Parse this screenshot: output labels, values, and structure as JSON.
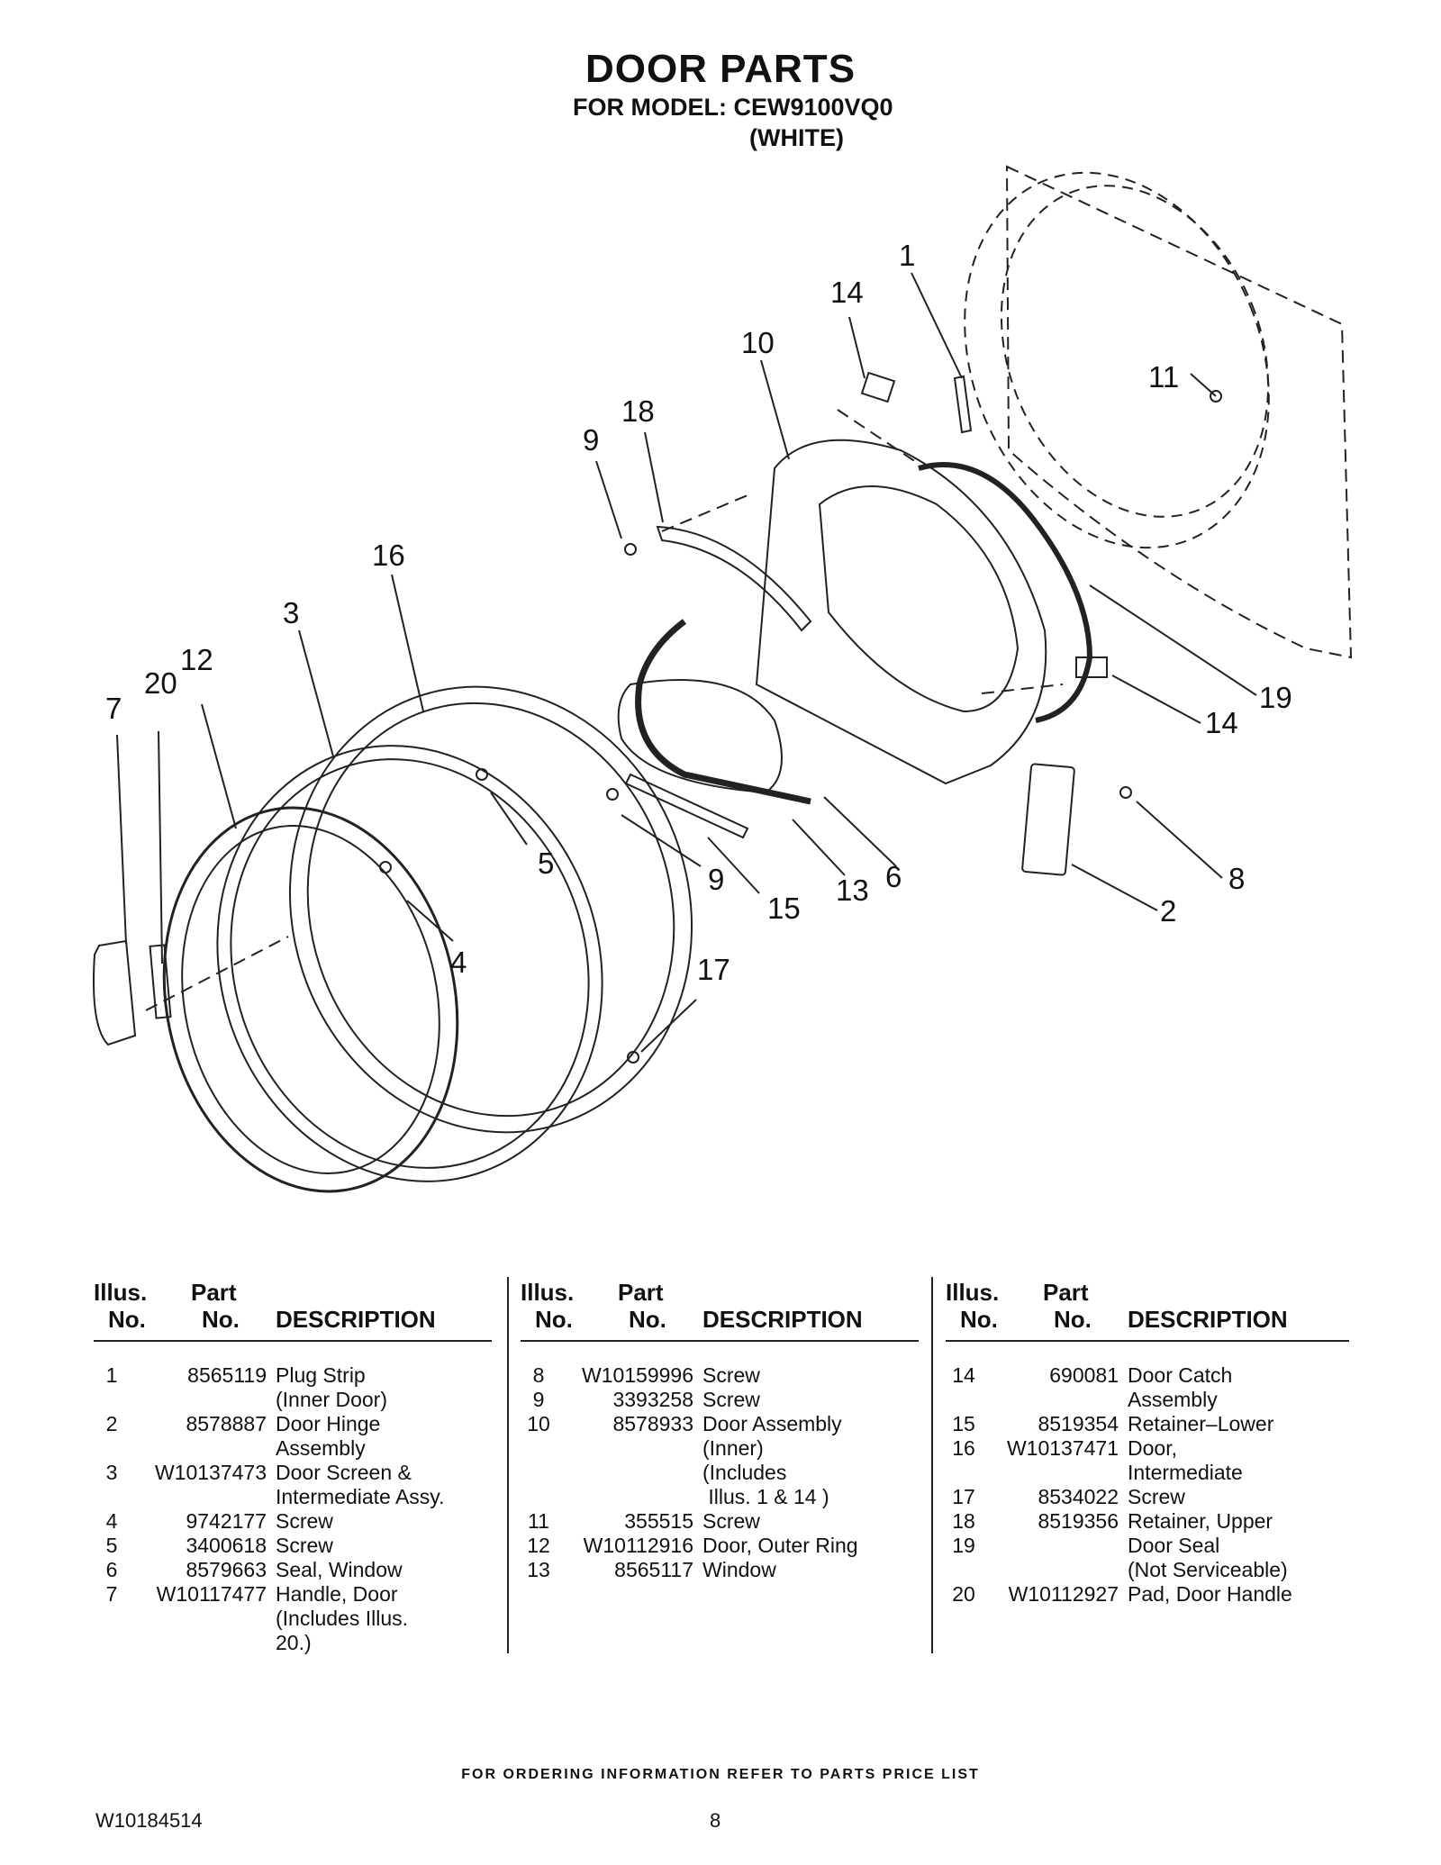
{
  "header": {
    "title": "DOOR PARTS",
    "model": "FOR MODEL: CEW9100VQ0",
    "color": "(WHITE)"
  },
  "callouts": [
    "1",
    "14",
    "10",
    "11",
    "18",
    "9",
    "16",
    "3",
    "12",
    "20",
    "7",
    "5",
    "4",
    "9",
    "15",
    "13",
    "6",
    "14",
    "19",
    "8",
    "2",
    "17"
  ],
  "table": {
    "headers": {
      "illus_line1": "Illus.",
      "illus_line2": "No.",
      "part_line1": "Part",
      "part_line2": "No.",
      "description": "DESCRIPTION"
    },
    "columns": [
      [
        {
          "illus": "1",
          "part": "8565119",
          "desc": [
            "Plug Strip",
            "(Inner Door)"
          ]
        },
        {
          "illus": "2",
          "part": "8578887",
          "desc": [
            "Door Hinge",
            "Assembly"
          ]
        },
        {
          "illus": "3",
          "part": "W10137473",
          "desc": [
            "Door Screen &",
            "Intermediate Assy."
          ]
        },
        {
          "illus": "4",
          "part": "9742177",
          "desc": [
            "Screw"
          ]
        },
        {
          "illus": "5",
          "part": "3400618",
          "desc": [
            "Screw"
          ]
        },
        {
          "illus": "6",
          "part": "8579663",
          "desc": [
            "Seal, Window"
          ]
        },
        {
          "illus": "7",
          "part": "W10117477",
          "desc": [
            "Handle, Door",
            "(Includes Illus.",
            "20.)"
          ]
        }
      ],
      [
        {
          "illus": "8",
          "part": "W10159996",
          "desc": [
            "Screw"
          ]
        },
        {
          "illus": "9",
          "part": "3393258",
          "desc": [
            "Screw"
          ]
        },
        {
          "illus": "10",
          "part": "8578933",
          "desc": [
            "Door Assembly",
            "(Inner)",
            "(Includes",
            " Illus. 1 & 14 )"
          ]
        },
        {
          "illus": "11",
          "part": "355515",
          "desc": [
            "Screw"
          ]
        },
        {
          "illus": "12",
          "part": "W10112916",
          "desc": [
            "Door, Outer Ring"
          ]
        },
        {
          "illus": "13",
          "part": "8565117",
          "desc": [
            "Window"
          ]
        }
      ],
      [
        {
          "illus": "14",
          "part": "690081",
          "desc": [
            "Door Catch",
            "Assembly"
          ]
        },
        {
          "illus": "15",
          "part": "8519354",
          "desc": [
            "Retainer–Lower"
          ]
        },
        {
          "illus": "16",
          "part": "W10137471",
          "desc": [
            "Door,",
            "Intermediate"
          ]
        },
        {
          "illus": "17",
          "part": "8534022",
          "desc": [
            "Screw"
          ]
        },
        {
          "illus": "18",
          "part": "8519356",
          "desc": [
            "Retainer, Upper"
          ]
        },
        {
          "illus": "19",
          "part": "",
          "desc": [
            "Door Seal",
            "(Not Serviceable)"
          ]
        },
        {
          "illus": "20",
          "part": "W10112927",
          "desc": [
            "Pad, Door Handle"
          ]
        }
      ]
    ]
  },
  "footer": {
    "ordering": "FOR ORDERING INFORMATION REFER TO PARTS PRICE LIST",
    "doc_number": "W10184514",
    "page": "8"
  }
}
